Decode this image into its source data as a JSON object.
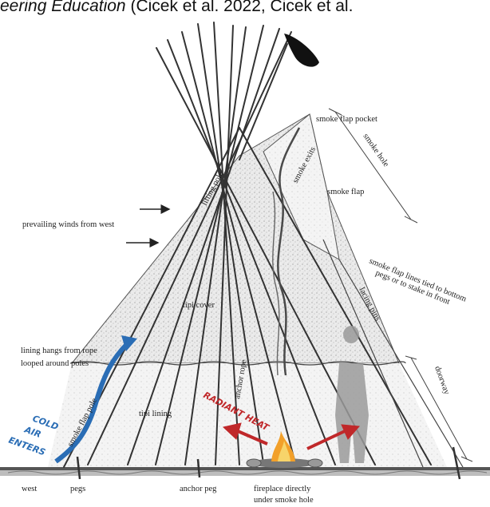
{
  "caption": {
    "italic_part": "eering Education",
    "rest": " (Cicek et al. 2022, Cicek et al."
  },
  "labels": {
    "smoke_flap_pocket": "smoke flap pocket",
    "smoke_hole": "smoke hole",
    "smoke_exits": "smoke exits",
    "smoke_flap": "smoke flap",
    "lifting_pole": "lifting pole",
    "prevailing_winds": "prevailing winds from west",
    "smoke_flap_lines_1": "smoke flap lines tied to bottom",
    "smoke_flap_lines_2": "pegs or to stake in front",
    "lacing_pins": "lacing pins",
    "tipi_cover": "tipi cover",
    "lining_hangs_1": "lining hangs from rope",
    "lining_hangs_2": "looped around poles",
    "anchor_rope": "anchor rope",
    "doorway": "doorway",
    "smoke_flap_pole": "smoke flap pole",
    "tipi_lining": "tipi lining",
    "radiant_heat": "RADIANT HEAT",
    "cold_air_1": "COLD",
    "cold_air_2": "AIR",
    "cold_air_3": "ENTERS",
    "west": "west",
    "pegs": "pegs",
    "anchor_peg": "anchor peg",
    "fireplace_1": "fireplace directly",
    "fireplace_2": "under smoke hole"
  },
  "colors": {
    "cold_air": "#2a6db5",
    "radiant_heat": "#c0282a",
    "fire": "#f2a02a",
    "ink": "#333333",
    "cover_fill": "#dcdcdc",
    "person": "#9a9a9a"
  }
}
